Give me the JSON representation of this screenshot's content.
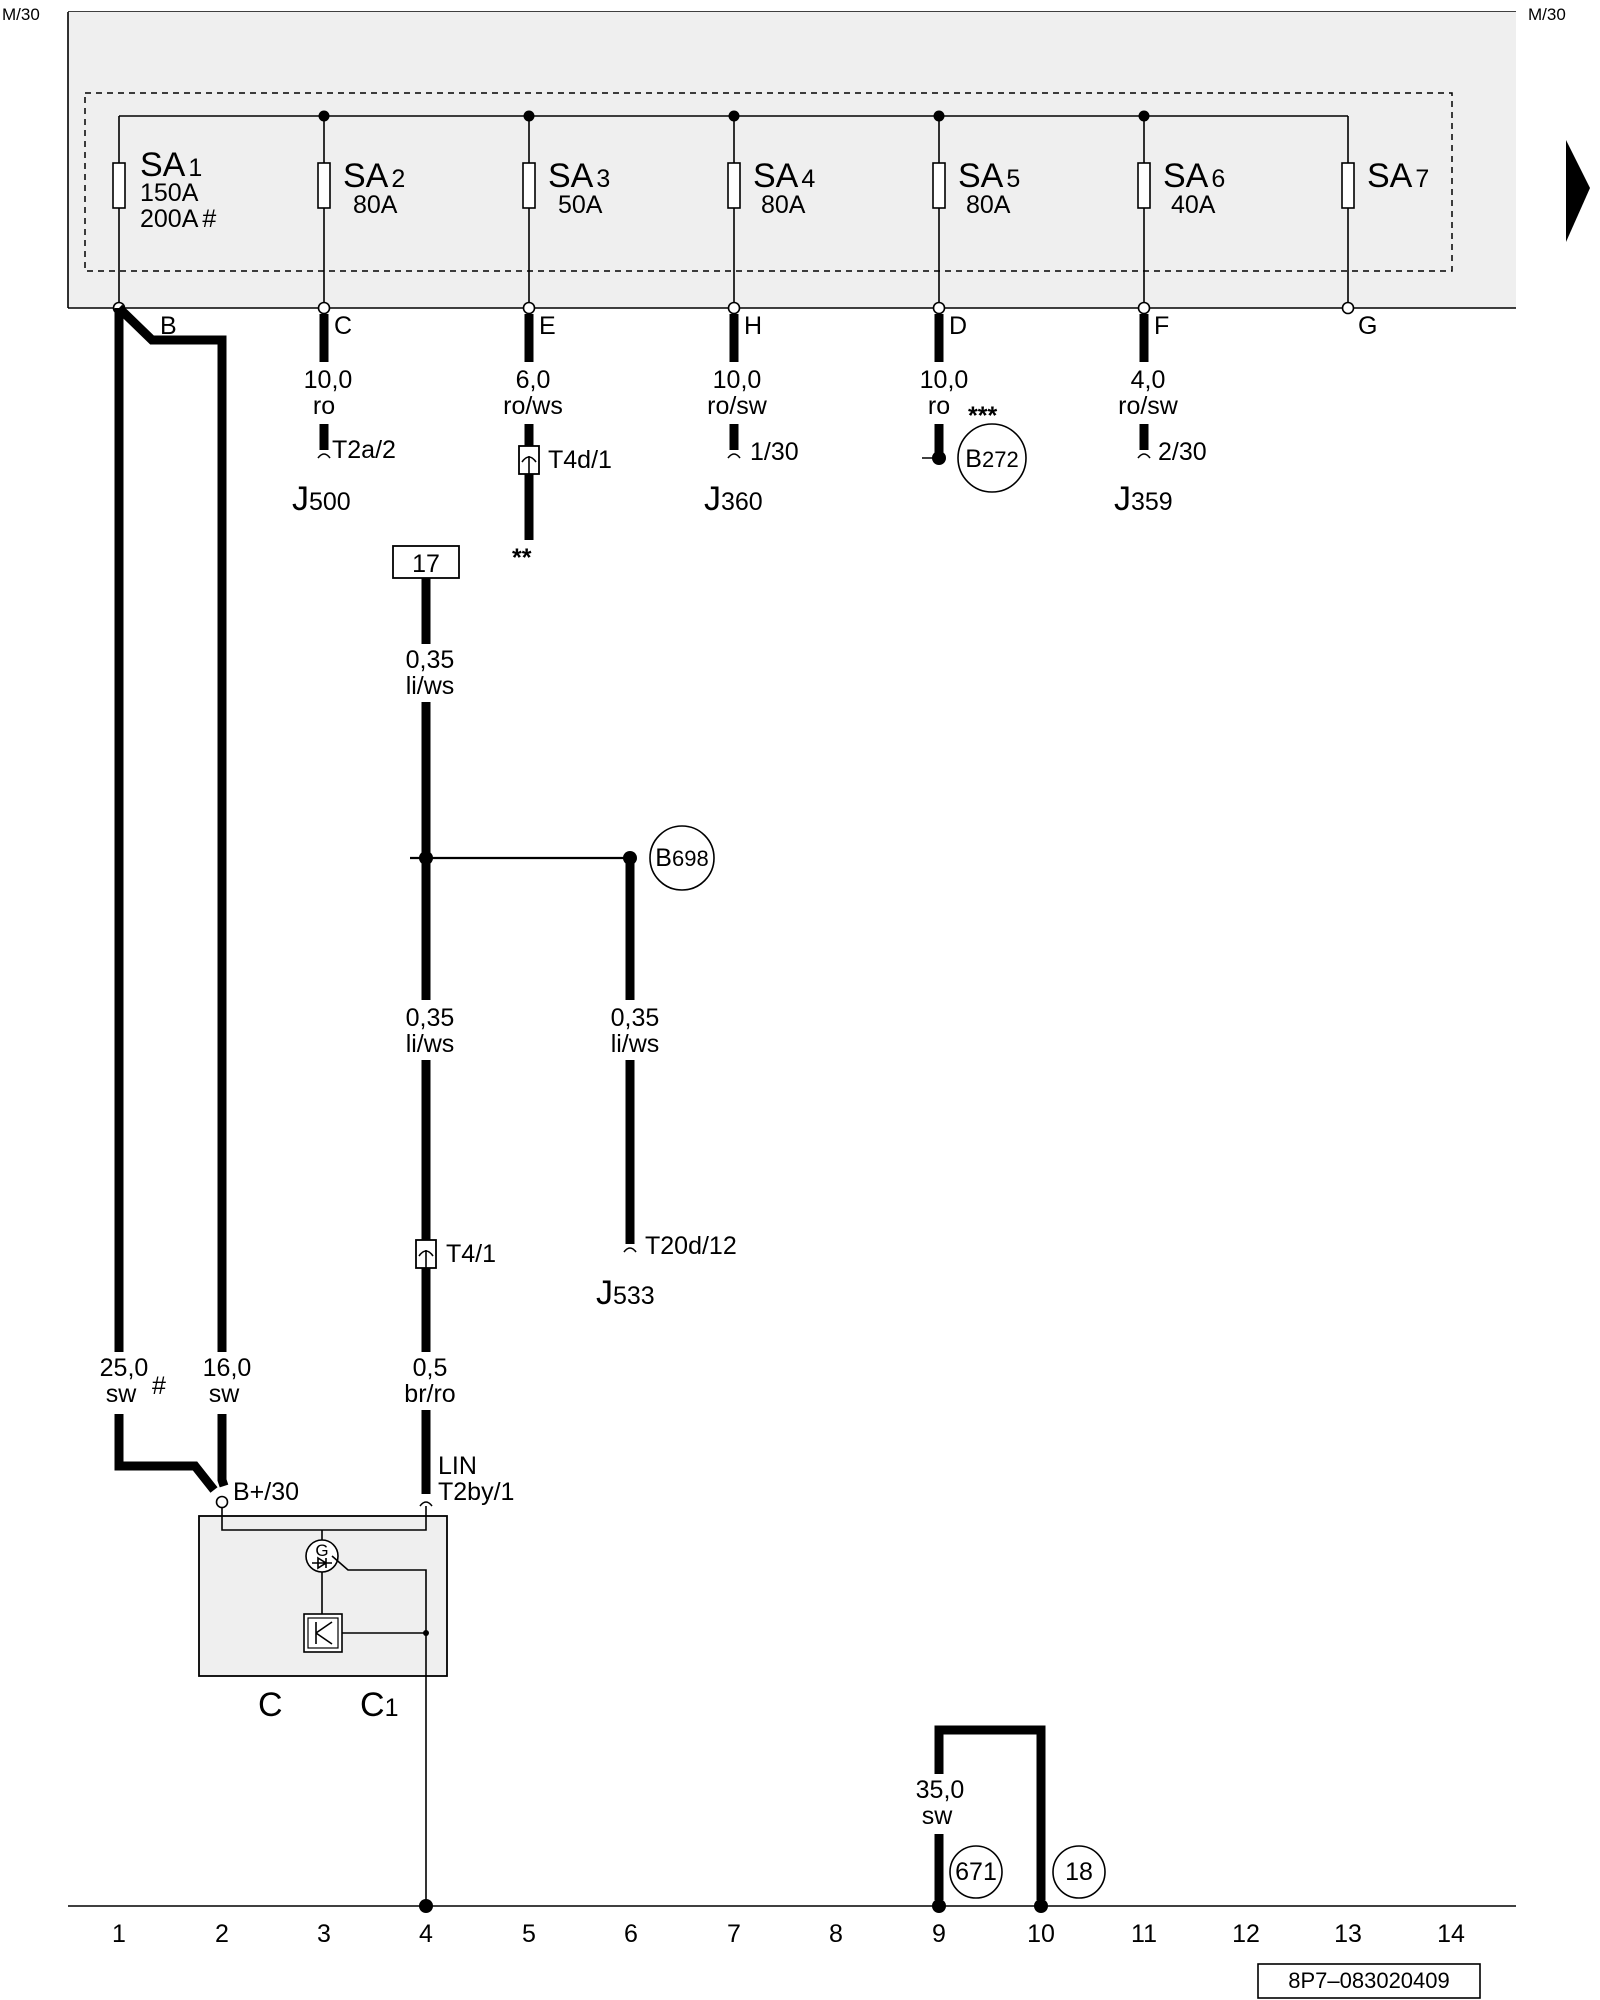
{
  "header": {
    "terminal_left": "M/30",
    "terminal_right": "M/30"
  },
  "fuse_box": {
    "fuses": [
      {
        "letters": "SA",
        "num": "1",
        "rating": "150A",
        "rating2": "200A",
        "rating2_mark": "#",
        "pin": "B"
      },
      {
        "letters": "SA",
        "num": "2",
        "rating": "80A",
        "pin": "C"
      },
      {
        "letters": "SA",
        "num": "3",
        "rating": "50A",
        "pin": "E"
      },
      {
        "letters": "SA",
        "num": "4",
        "rating": "80A",
        "pin": "H"
      },
      {
        "letters": "SA",
        "num": "5",
        "rating": "80A",
        "pin": "D"
      },
      {
        "letters": "SA",
        "num": "6",
        "rating": "40A",
        "pin": "F"
      },
      {
        "letters": "SA",
        "num": "7",
        "rating": "",
        "pin": "G"
      }
    ]
  },
  "upper_wires": [
    {
      "size": "10,0",
      "color": "ro",
      "connector": "T2a/2",
      "comp": "J",
      "comp_sub": "500"
    },
    {
      "size": "6,0",
      "color": "ro/ws",
      "connector": "T4d/1",
      "note": "**"
    },
    {
      "size": "10,0",
      "color": "ro/sw",
      "connector": "1/30",
      "comp": "J",
      "comp_sub": "360"
    },
    {
      "size": "10,0",
      "color": "ro",
      "note": "***",
      "comp": "B",
      "comp_sub": "272"
    },
    {
      "size": "4,0",
      "color": "ro/sw",
      "connector": "2/30",
      "comp": "J",
      "comp_sub": "359"
    }
  ],
  "lin_bus": {
    "ref_box": "17",
    "wire1": {
      "size": "0,35",
      "color": "li/ws"
    },
    "splice": {
      "letter": "B",
      "sub": "698"
    },
    "wire2": {
      "size": "0,35",
      "color": "li/ws"
    },
    "wire3": {
      "size": "0,35",
      "color": "li/ws"
    },
    "branch_connector": "T20d/12",
    "branch_comp": {
      "letter": "J",
      "sub": "533"
    },
    "connector": "T4/1",
    "wire4": {
      "size": "0,5",
      "color": "br/ro"
    },
    "lin_label": "LIN",
    "lin_connector": "T2by/1"
  },
  "alternator": {
    "wire_a": {
      "size": "25,0",
      "color": "sw",
      "mark": "#"
    },
    "wire_b": {
      "size": "16,0",
      "color": "sw"
    },
    "terminal": "B+/30",
    "gen_symbol": "G",
    "label_c": "C",
    "label_c1": "C",
    "label_c1_sub": "1"
  },
  "ground": {
    "wire": {
      "size": "35,0",
      "color": "sw"
    },
    "point_a": "671",
    "point_b": "18"
  },
  "footer": {
    "columns": [
      "1",
      "2",
      "3",
      "4",
      "5",
      "6",
      "7",
      "8",
      "9",
      "10",
      "11",
      "12",
      "13",
      "14"
    ],
    "doc_code": "8P7–083020409"
  }
}
